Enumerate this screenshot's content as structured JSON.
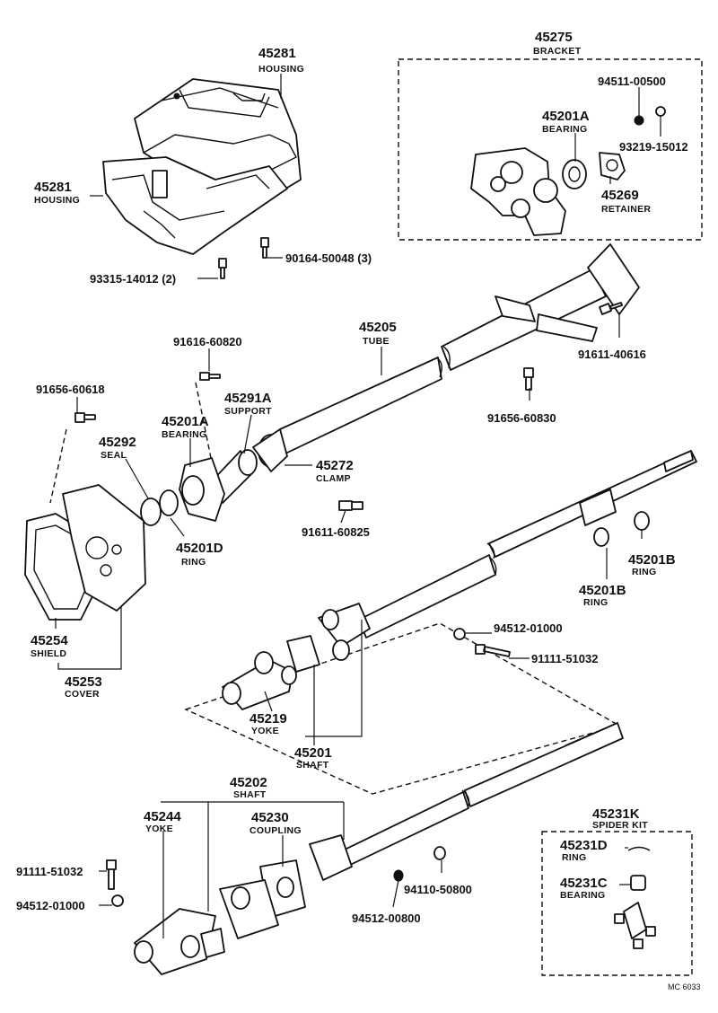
{
  "callouts": {
    "p45281_top": {
      "num": "45281",
      "name": "HOUSING"
    },
    "p45281_left": {
      "num": "45281",
      "name": "HOUSING"
    },
    "p93315": "93315-14012 (2)",
    "p90164": "90164-50048 (3)",
    "p45275": {
      "num": "45275",
      "name": "BRACKET"
    },
    "p94511": "94511-00500",
    "p45201A_br": {
      "num": "45201A",
      "name": "BEARING"
    },
    "p93219": "93219-15012",
    "p45269": {
      "num": "45269",
      "name": "RETAINER"
    },
    "p45205": {
      "num": "45205",
      "name": "TUBE"
    },
    "p91611_40616": "91611-40616",
    "p91616": "91616-60820",
    "p91656_60618": "91656-60618",
    "p45291A": {
      "num": "45291A",
      "name": "SUPPORT"
    },
    "p45201A_left": {
      "num": "45201A",
      "name": "BEARING"
    },
    "p45292": {
      "num": "45292",
      "name": "SEAL"
    },
    "p91656_60830": "91656-60830",
    "p45272": {
      "num": "45272",
      "name": "CLAMP"
    },
    "p91611_60825": "91611-60825",
    "p45201D": {
      "num": "45201D",
      "name": "RING"
    },
    "p45201B_right": {
      "num": "45201B",
      "name": "RING"
    },
    "p45201B_left": {
      "num": "45201B",
      "name": "RING"
    },
    "p45254": {
      "num": "45254",
      "name": "SHIELD"
    },
    "p45253": {
      "num": "45253",
      "name": "COVER"
    },
    "p94512_01000_a": "94512-01000",
    "p91111_51032_a": "91111-51032",
    "p45219": {
      "num": "45219",
      "name": "YOKE"
    },
    "p45201": {
      "num": "45201",
      "name": "SHAFT"
    },
    "p45202": {
      "num": "45202",
      "name": "SHAFT"
    },
    "p45244": {
      "num": "45244",
      "name": "YOKE"
    },
    "p45230": {
      "num": "45230",
      "name": "COUPLING"
    },
    "p45231K": {
      "num": "45231K",
      "name": "SPIDER KIT"
    },
    "p45231D": {
      "num": "45231D",
      "name": "RING"
    },
    "p45231C": {
      "num": "45231C",
      "name": "BEARING"
    },
    "p91111_51032_b": "91111-51032",
    "p94512_01000_b": "94512-01000",
    "p94110": "94110-50800",
    "p94512_00800": "94512-00800"
  },
  "footer_code": "MC 6033"
}
